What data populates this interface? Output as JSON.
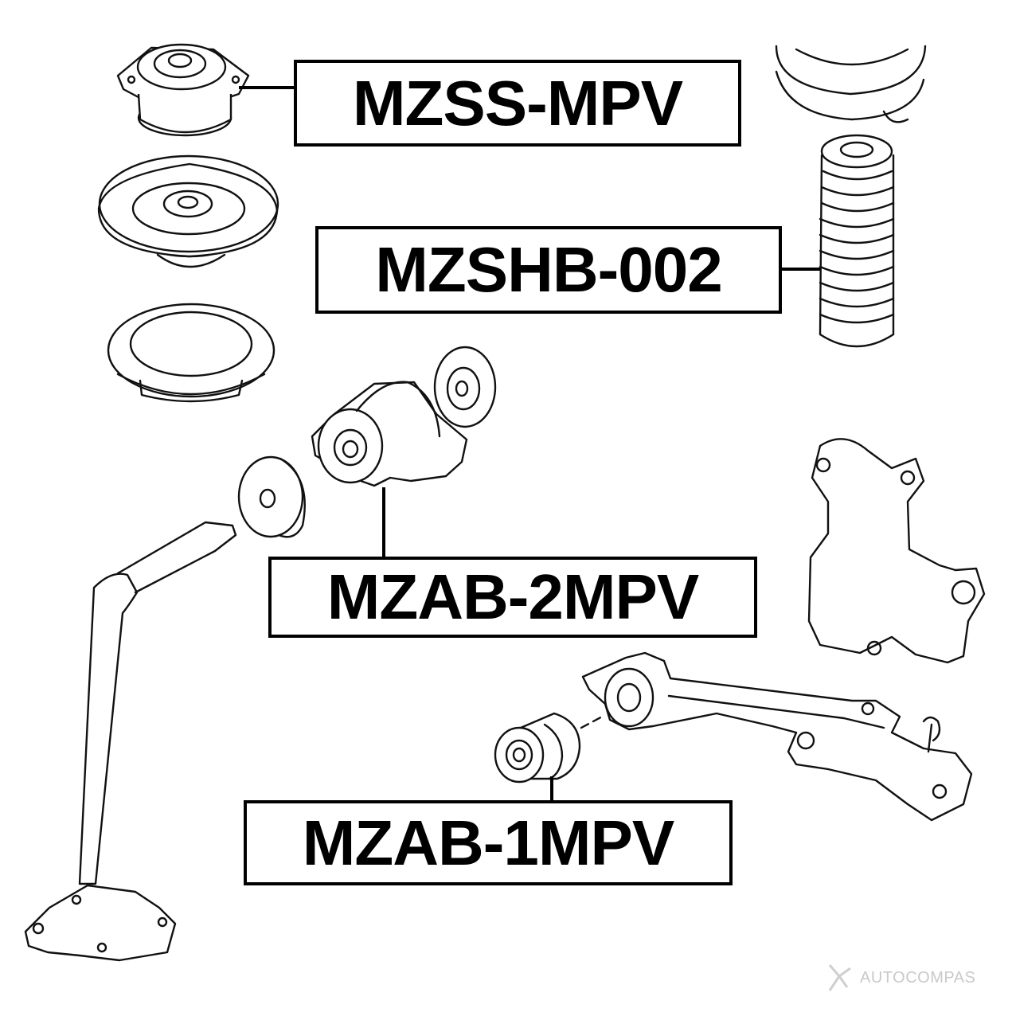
{
  "labels": {
    "mzss": "MZSS-MPV",
    "mzshb": "MZSHB-002",
    "mzab2": "MZAB-2MPV",
    "mzab1": "MZAB-1MPV"
  },
  "watermark": {
    "text": "AUTOCOMPAS",
    "logo": "autocompas-logo-icon",
    "color": "#c9c9c9"
  },
  "colors": {
    "line": "#111111",
    "background": "#ffffff"
  }
}
